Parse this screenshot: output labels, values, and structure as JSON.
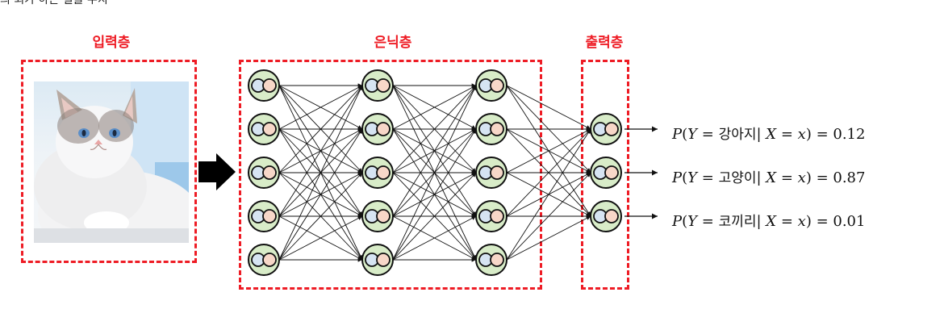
{
  "top_snippet": "의 뇌가 하는 일을 수치",
  "labels": {
    "input": "입력층",
    "hidden": "은닉층",
    "output": "출력층"
  },
  "image": {
    "subject": "white ragdoll cat with blue eyes"
  },
  "outputs": [
    {
      "p": "P",
      "open": "(",
      "y": "Y",
      "eq1": " = ",
      "cls": "강아지",
      "bar": "| ",
      "x": "X",
      "eq2": " = ",
      "xv": "x",
      "close": ")",
      "eq3": " = ",
      "value": "0.12"
    },
    {
      "p": "P",
      "open": "(",
      "y": "Y",
      "eq1": " = ",
      "cls": "고양이",
      "bar": "| ",
      "x": "X",
      "eq2": " = ",
      "xv": "x",
      "close": ")",
      "eq3": " = ",
      "value": "0.87"
    },
    {
      "p": "P",
      "open": "(",
      "y": "Y",
      "eq1": " = ",
      "cls": "코끼리",
      "bar": "| ",
      "x": "X",
      "eq2": " = ",
      "xv": "x",
      "close": ")",
      "eq3": " = ",
      "value": "0.01"
    }
  ],
  "network": {
    "layers": [
      5,
      5,
      5,
      3
    ],
    "colors": {
      "node_fill": "#d8ecc8",
      "left_circle": "#d6e4f2",
      "right_circle": "#f7d7c8",
      "border": "#111111",
      "dash": "#ee1c25"
    }
  }
}
